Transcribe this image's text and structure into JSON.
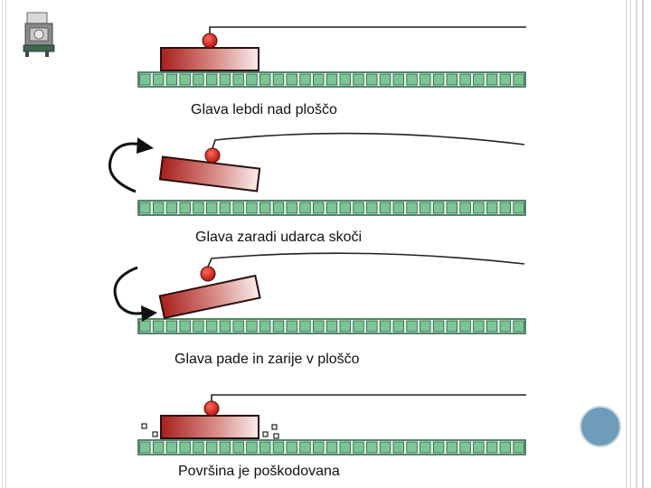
{
  "captions": {
    "stage1": "Glava lebdi nad ploščo",
    "stage2": "Glava zaradi udarca skoči",
    "stage3": "Glava pade in zarije v ploščo",
    "stage4": "Površina je poškodovana"
  },
  "icons": {
    "logo": "hard-drive-icon",
    "stage2_arrow": "curved-arrow-icon",
    "stage3_arrow": "curved-arrow-icon",
    "decor": "circle-decoration"
  },
  "colors": {
    "head_dark": "#a8201c",
    "head_light": "#f6e4e2",
    "pivot": "#c01818",
    "platter_fill": "#7cc494",
    "platter_stroke": "#1f5e3a",
    "accent_circle": "#6e9cb9"
  }
}
